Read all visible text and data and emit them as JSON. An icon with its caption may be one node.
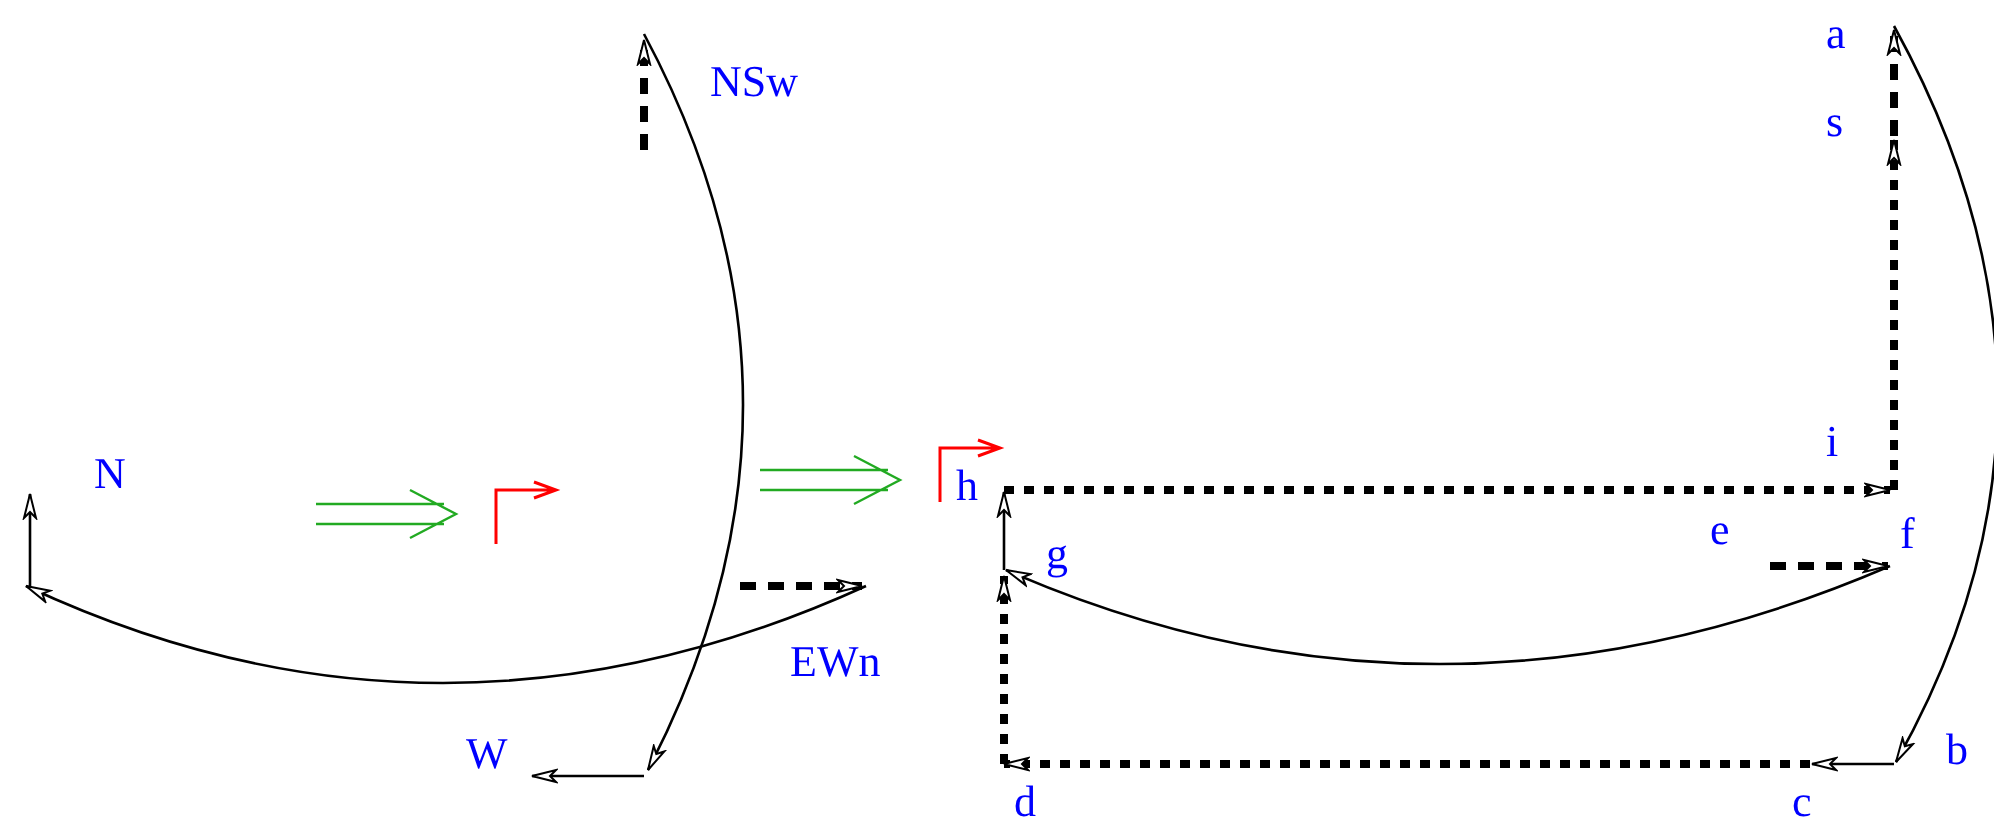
{
  "diagram": {
    "labels": [
      "a",
      "NSw",
      "s",
      "i",
      "N",
      "h",
      "e",
      "f",
      "g",
      "EWn",
      "W",
      "b",
      "d",
      "c"
    ]
  }
}
